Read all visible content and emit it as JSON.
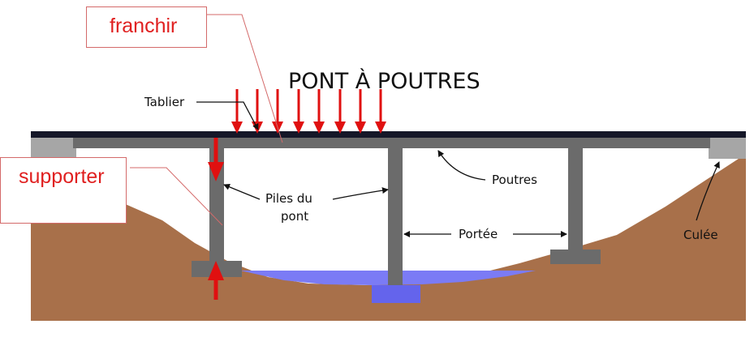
{
  "title": "PONT À POUTRES",
  "callouts": {
    "franchir": "franchir",
    "supporter": "supporter"
  },
  "labels": {
    "tablier": "Tablier",
    "piles_line1": "Piles du",
    "piles_line2": "pont",
    "poutres": "Poutres",
    "portee": "Portée",
    "culee": "Culée"
  },
  "colors": {
    "ground": "#A8704A",
    "water": "#7B7BF5",
    "water_footing": "#6464EC",
    "structure": "#6B6B6B",
    "deck": "#151728",
    "abutment": "#A6A6A6",
    "arrow": "#E01010",
    "callout_border": "#D46A6A"
  }
}
